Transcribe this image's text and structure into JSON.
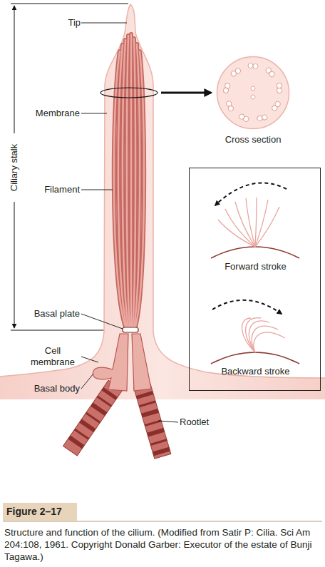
{
  "diagram": {
    "title": "Figure 2–17",
    "caption": "Structure and function of the cilium. (Modified from Satir P: Cilia. Sci Am 204:108, 1961. Copyright Donald Garber: Executor of the estate of Bunji Tagawa.)",
    "nodes": [
      {
        "text": [
          "Cross section"
        ]
      },
      {
        "text": [
          "Forward stroke",
          "Backward stroke"
        ]
      }
    ],
    "labels": [
      "Tip",
      "Membrane",
      "Ciliary stalk",
      "Filament",
      "Basal plate",
      "Cell membrane",
      "Basal body",
      "Rootlet"
    ]
  }
}
